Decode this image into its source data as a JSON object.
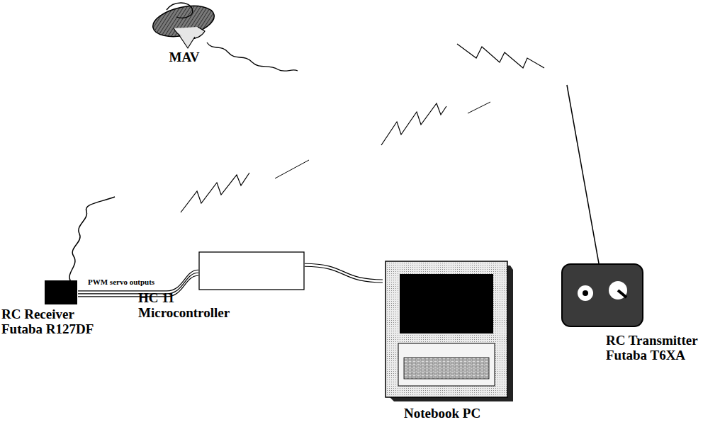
{
  "diagram": {
    "nodes": [
      {
        "text": [
          "MAV"
        ]
      },
      {
        "text": [
          "RC Transmitter Futaba T6XA"
        ]
      },
      {
        "text": [
          "RC Receiver Futaba R127DF"
        ]
      },
      {
        "text": [
          "HC 11 Microcontroller"
        ]
      },
      {
        "text": [
          "Notebook PC"
        ]
      }
    ],
    "edges": [
      {
        "from": 2,
        "to": 3,
        "label": "PWM servo outputs",
        "arrow": "none"
      },
      {
        "from": 3,
        "to": 4,
        "arrow": "none"
      }
    ]
  }
}
